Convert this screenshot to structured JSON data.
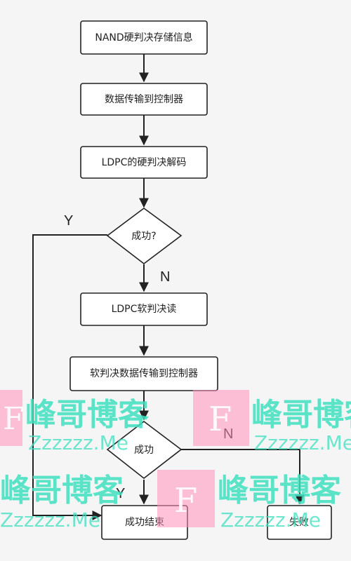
{
  "flowchart": {
    "nodes": {
      "nand_read": "NAND硬判决存储信息",
      "transfer1": "数据传输到控制器",
      "ldpc_hard": "LDPC的硬判决解码",
      "decision1": "成功?",
      "ldpc_soft": "LDPC软判决读",
      "transfer2": "软判决数据传输到控制器",
      "decision2": "成功",
      "end_success": "成功结束",
      "end_fail": "失败"
    },
    "edge_labels": {
      "d1_yes": "Y",
      "d1_no": "N",
      "d2_yes": "Y",
      "d2_no": "N"
    }
  },
  "watermark": {
    "text": "峰哥博客",
    "sub": "Zzzzzz.Me",
    "logo_letter": "F"
  }
}
